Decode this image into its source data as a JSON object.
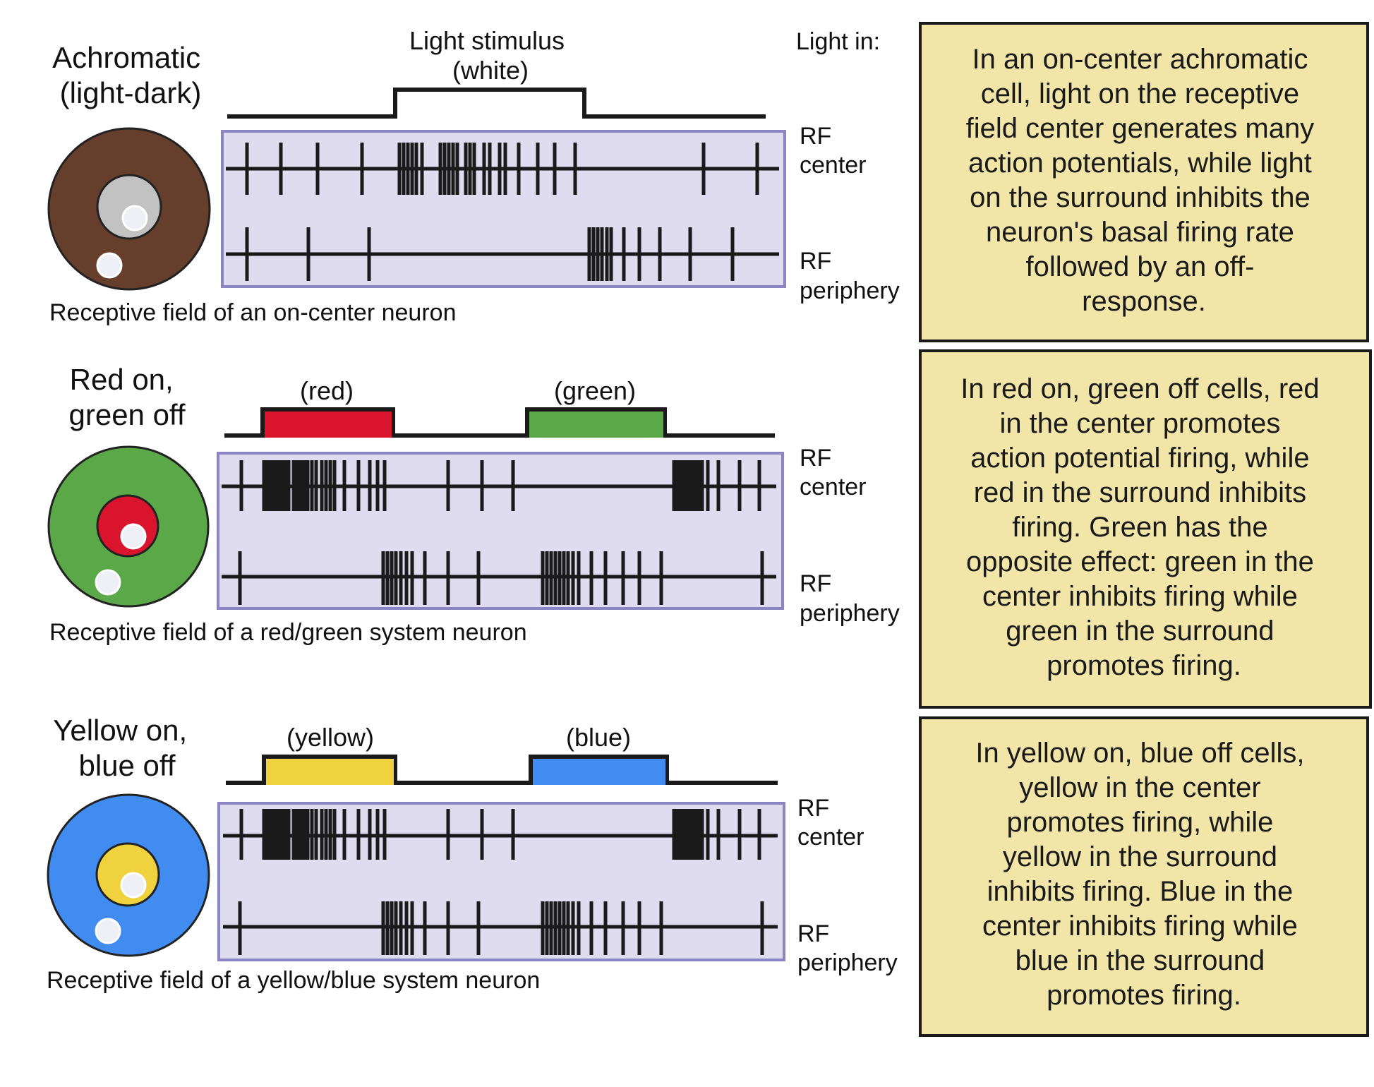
{
  "header": {
    "light_in": "Light in:"
  },
  "rows": [
    {
      "title": [
        "Achromatic",
        "(light-dark)"
      ],
      "stimuli": [
        {
          "label": [
            "Light stimulus",
            "(white)"
          ],
          "color": "#ffffff"
        }
      ],
      "rf_colors": {
        "surround": "#663e2c",
        "center": "#c2c2c2"
      },
      "center_label": [
        "RF",
        "center"
      ],
      "periphery_label": [
        "RF",
        "periphery"
      ],
      "caption": "Receptive field of an on-center neuron",
      "description": [
        "In an on-center achromatic",
        "cell, light on the receptive",
        "field center generates many",
        "action potentials, while light",
        "on the surround inhibits the",
        "neuron's basal firing rate",
        "followed by an off-",
        "response."
      ]
    },
    {
      "title": [
        "Red on,",
        "green off"
      ],
      "stimuli": [
        {
          "label": [
            "(red)"
          ],
          "color": "#d9142c"
        },
        {
          "label": [
            "(green)"
          ],
          "color": "#5aa848"
        }
      ],
      "rf_colors": {
        "surround": "#5aa848",
        "center": "#d9142c"
      },
      "center_label": [
        "RF",
        "center"
      ],
      "periphery_label": [
        "RF",
        "periphery"
      ],
      "caption": "Receptive field of a red/green system neuron",
      "description": [
        "In red on, green off cells, red",
        "in the center promotes",
        "action potential firing, while",
        "red in the surround inhibits",
        "firing. Green has the",
        "opposite effect: green in the",
        "center inhibits firing while",
        "green in the surround",
        "promotes firing."
      ]
    },
    {
      "title": [
        "Yellow on,",
        "blue off"
      ],
      "stimuli": [
        {
          "label": [
            "(yellow)"
          ],
          "color": "#f0d23e"
        },
        {
          "label": [
            "(blue)"
          ],
          "color": "#408cf0"
        }
      ],
      "rf_colors": {
        "surround": "#408cf0",
        "center": "#f0d23e"
      },
      "center_label": [
        "RF",
        "center"
      ],
      "periphery_label": [
        "RF",
        "periphery"
      ],
      "caption": "Receptive field of a yellow/blue system neuron",
      "description": [
        "In yellow on, blue off cells,",
        "yellow in the center",
        "promotes firing, while",
        "yellow in the surround",
        "inhibits firing. Blue in the",
        "center inhibits firing while",
        "blue in the surround",
        "promotes firing."
      ]
    }
  ]
}
